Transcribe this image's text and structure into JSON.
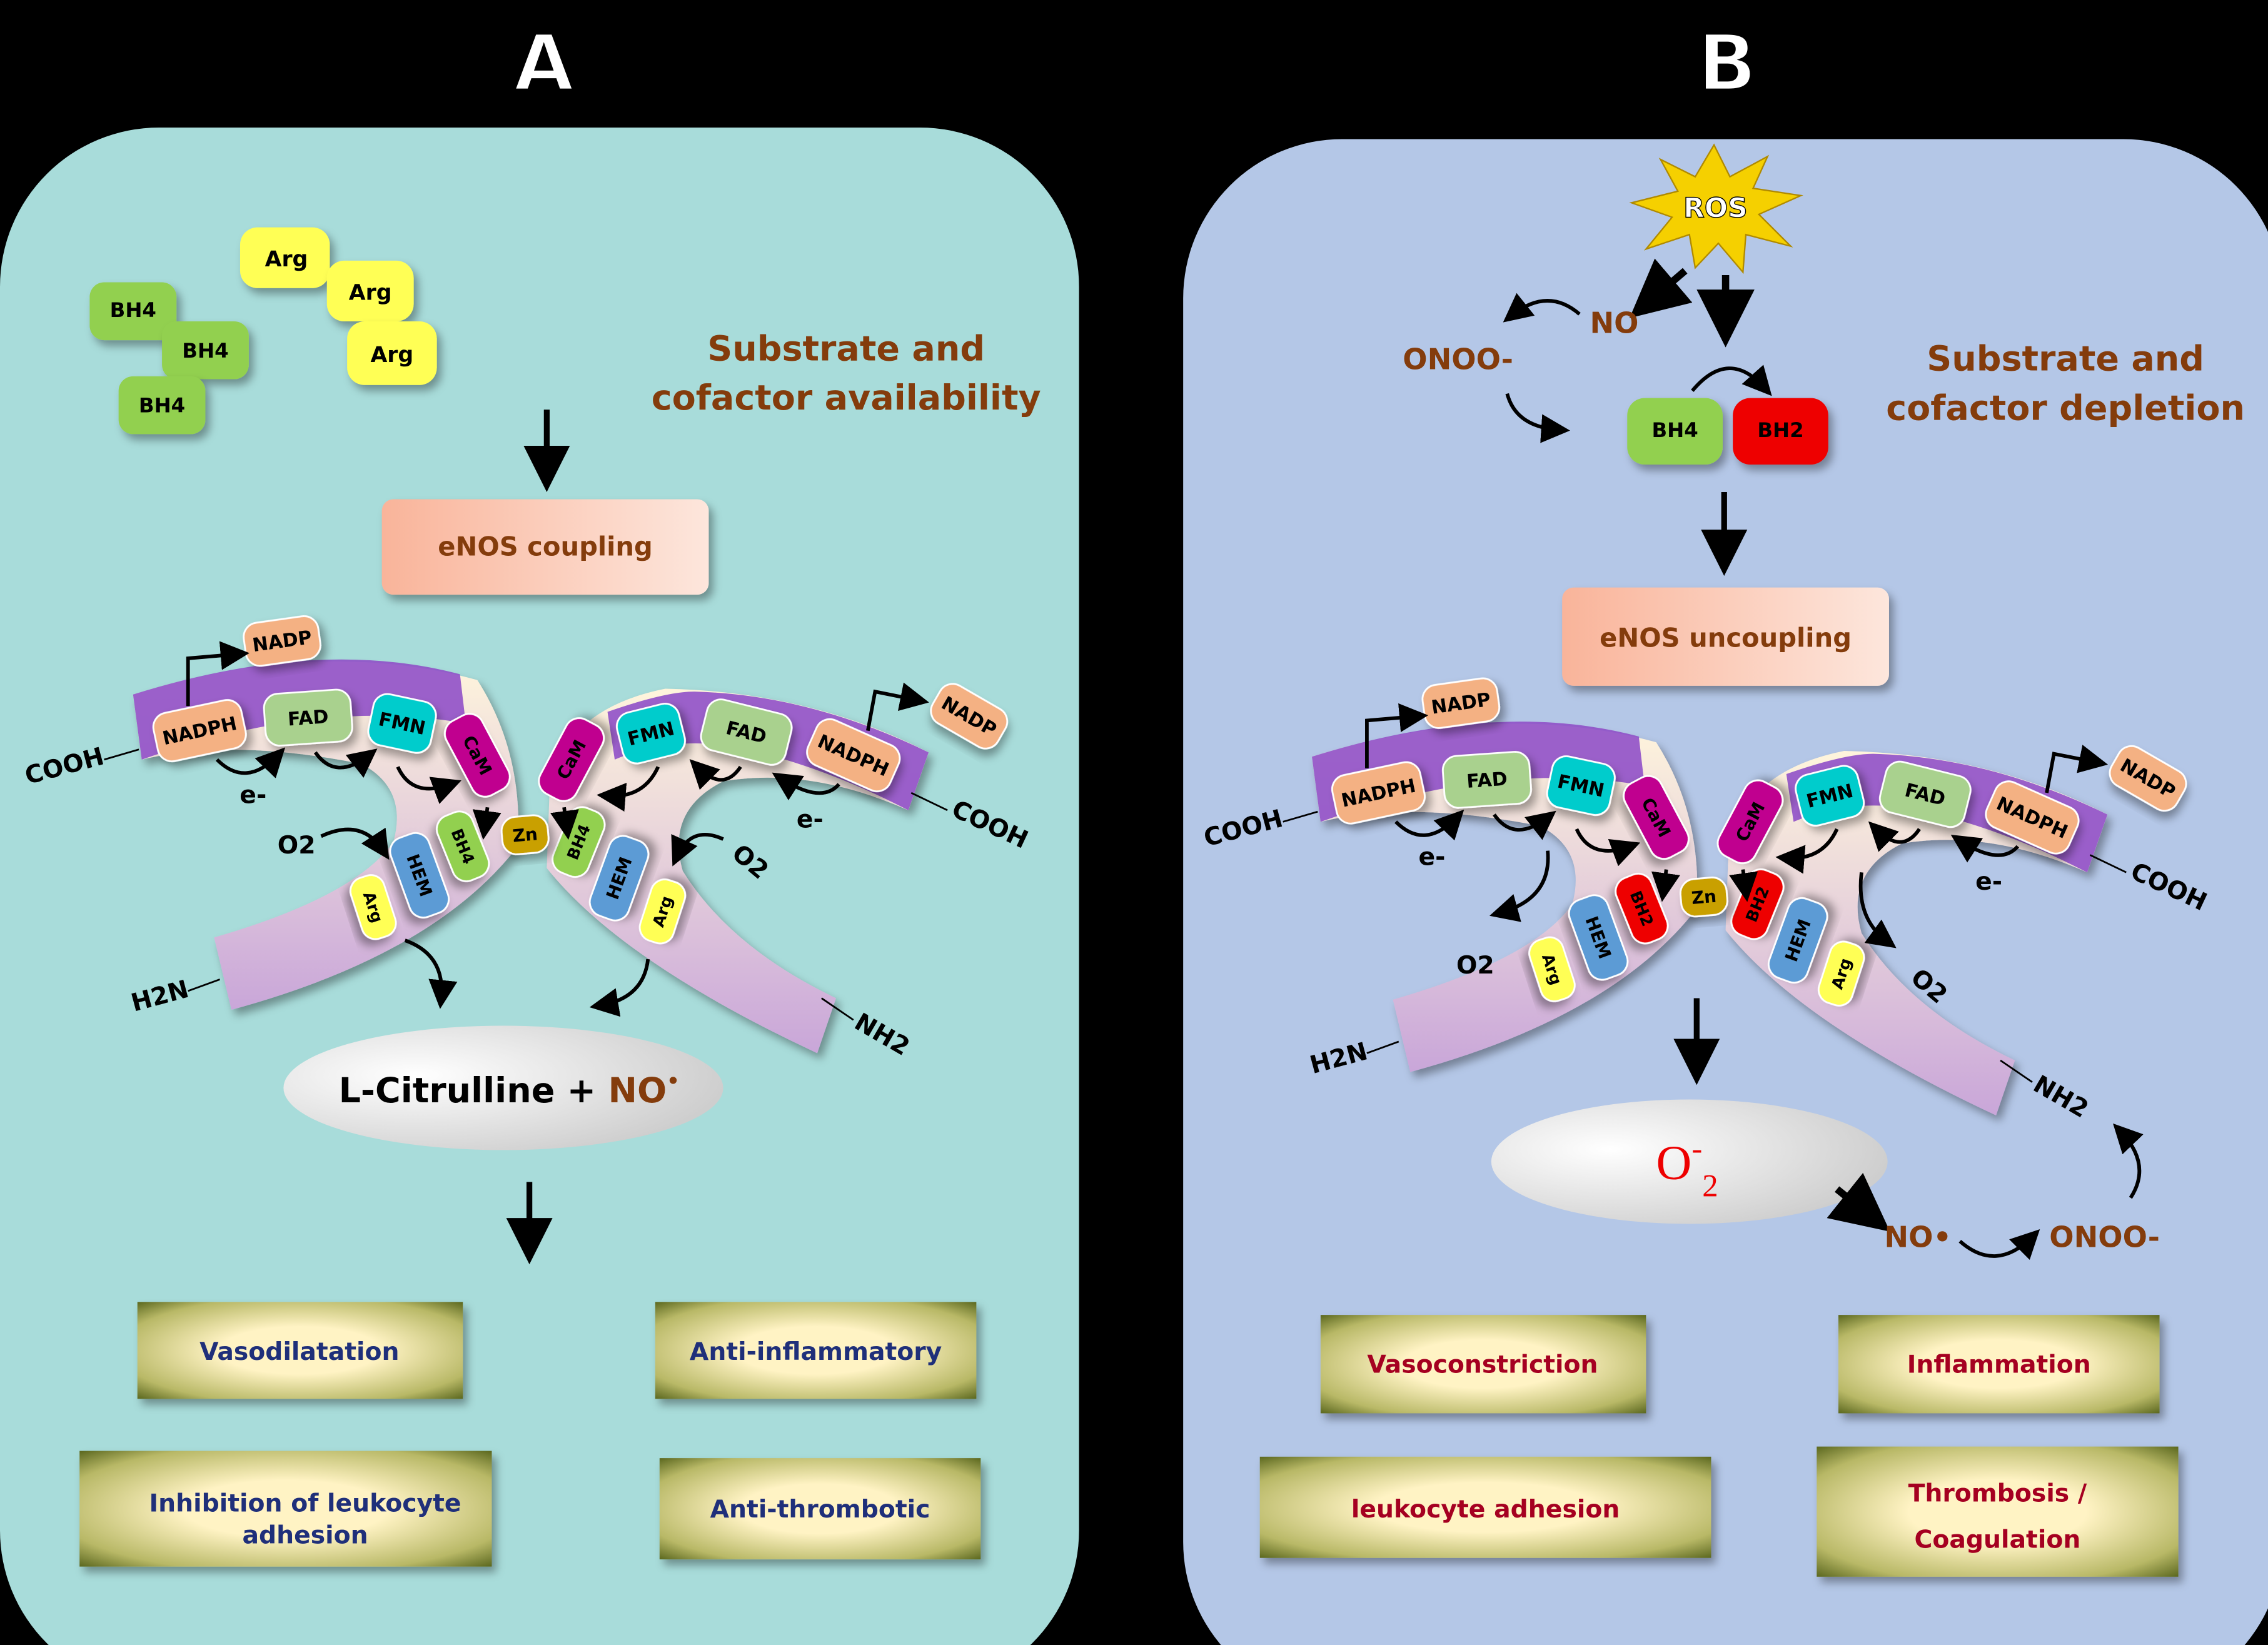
{
  "colors": {
    "panel_a": "#a8dcda",
    "panel_b": "#b4c7e7",
    "brown_text": "#843c0c",
    "navy_text": "#1f2f7a",
    "red_text": "#a50021",
    "nadph": "#f4b183",
    "fad": "#a9d18e",
    "fmn": "#00cccc",
    "cam": "#c0008f",
    "bh4": "#92d050",
    "bh2": "#ee0000",
    "hem": "#5b9bd5",
    "arg": "#ffff55",
    "zn": "#c9a000"
  },
  "panel_a": {
    "title": "A",
    "bh4_tiles": [
      "BH4",
      "BH4",
      "BH4"
    ],
    "arg_tiles": [
      "Arg",
      "Arg",
      "Arg"
    ],
    "heading_line1": "Substrate and",
    "heading_line2": "cofactor availability",
    "state_box": "eNOS coupling",
    "product_text": "L-Citrulline + ",
    "product_no": "NO",
    "product_dot": "•",
    "outcomes": [
      "Vasodilatation",
      "Anti-inflammatory",
      "Inhibition of leukocyte",
      "adhesion",
      "Anti-thrombotic"
    ],
    "enzyme": {
      "nadph": "NADPH",
      "nadp": "NADP",
      "fad": "FAD",
      "fmn": "FMN",
      "cam": "CaM",
      "pterin": "BH4",
      "zn": "Zn",
      "hem": "HEM",
      "arg": "Arg",
      "cooh": "COOH",
      "h2n": "H2N",
      "nh2": "NH2",
      "electron": "e-",
      "o2": "O2"
    }
  },
  "panel_b": {
    "title": "B",
    "ros": "ROS",
    "no": "NO",
    "onoo": "ONOO-",
    "bh4": "BH4",
    "bh2": "BH2",
    "heading_line1": "Substrate and",
    "heading_line2": "cofactor depletion",
    "state_box": "eNOS uncoupling",
    "superoxide": "O",
    "superoxide_sup": "-",
    "superoxide_sub": "2",
    "no_radical": "NO•",
    "onoo_product": "ONOO-",
    "outcomes": [
      "Vasoconstriction",
      "Inflammation",
      "leukocyte adhesion",
      "Thrombosis /",
      "Coagulation"
    ],
    "enzyme": {
      "nadph": "NADPH",
      "nadp": "NADP",
      "fad": "FAD",
      "fmn": "FMN",
      "cam": "CaM",
      "pterin": "BH2",
      "zn": "Zn",
      "hem": "HEM",
      "arg": "Arg",
      "cooh": "COOH",
      "h2n": "H2N",
      "nh2": "NH2",
      "electron": "e-",
      "o2": "O2"
    }
  }
}
